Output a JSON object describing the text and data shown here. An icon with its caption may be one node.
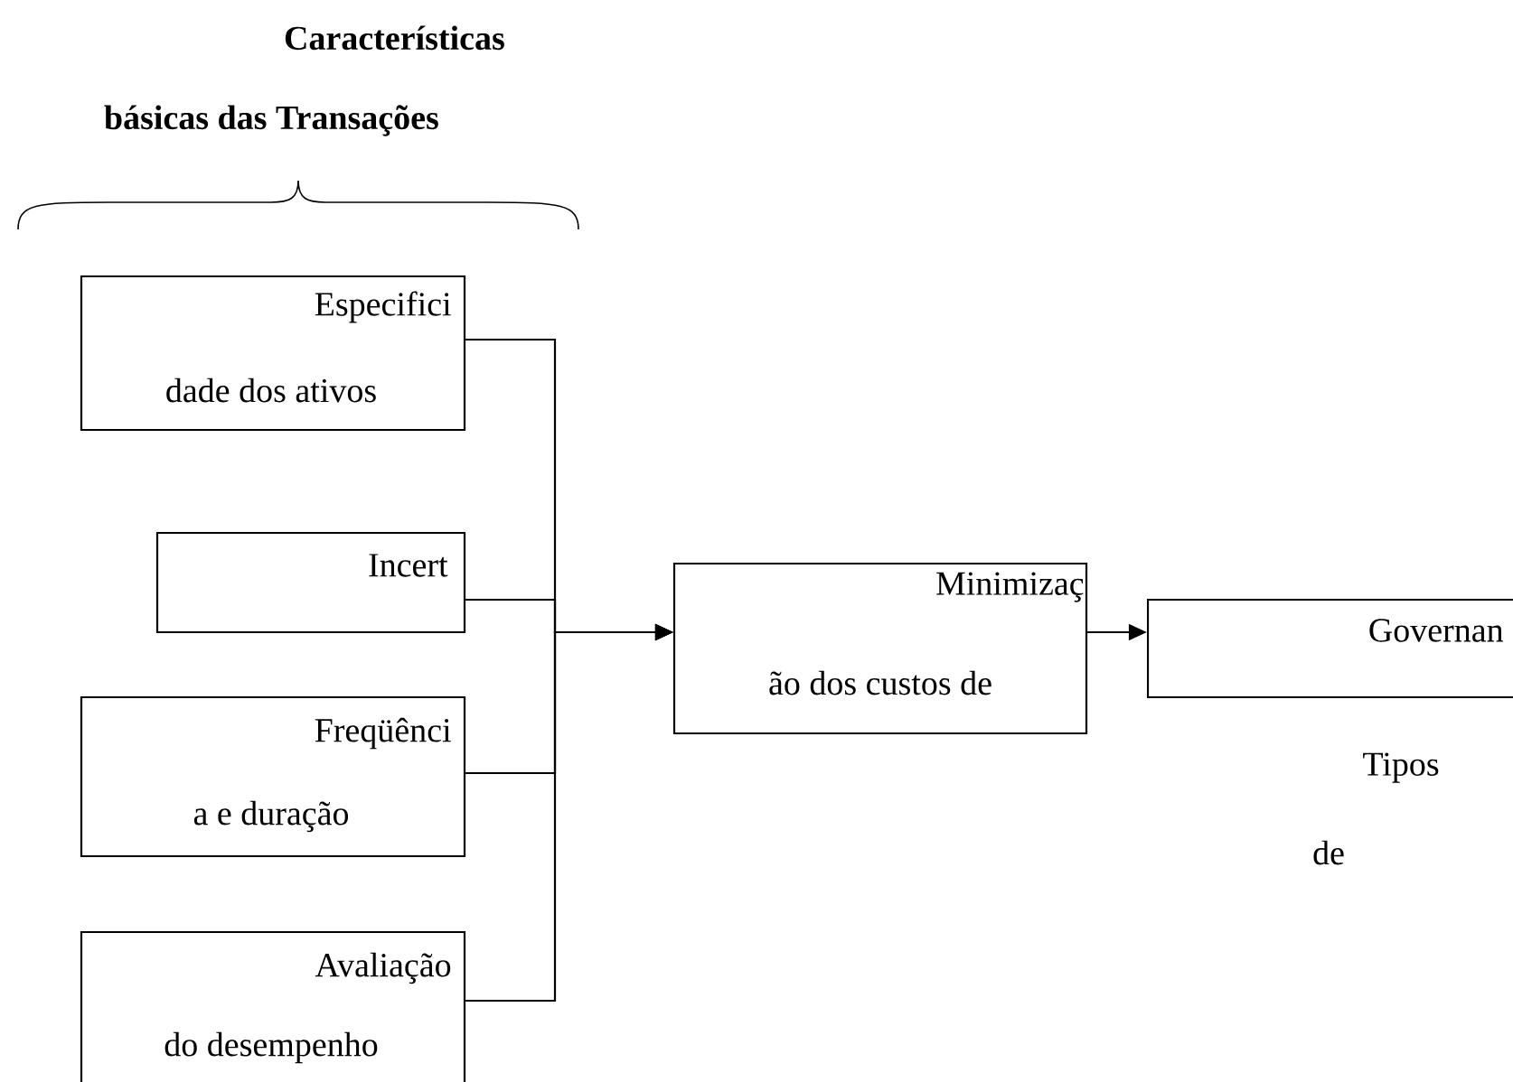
{
  "diagram": {
    "title": "Características básicas das Transações",
    "nodes": [
      {
        "text": [
          "Especifici",
          "dade dos ativos"
        ]
      },
      {
        "text": [
          "Incert"
        ]
      },
      {
        "text": [
          "Freqüênci",
          "a e duração"
        ]
      },
      {
        "text": [
          "Avaliação",
          "do desempenho"
        ]
      },
      {
        "text": [
          "Minimizaç",
          "ão dos custos de"
        ]
      },
      {
        "text": [
          "Governan"
        ]
      }
    ],
    "edges": [
      {
        "from": 0,
        "to": 4,
        "arrow": "to"
      },
      {
        "from": 1,
        "to": 4,
        "arrow": "to"
      },
      {
        "from": 2,
        "to": 4,
        "arrow": "to"
      },
      {
        "from": 3,
        "to": 4,
        "arrow": "to"
      },
      {
        "from": 4,
        "to": 5,
        "arrow": "to"
      }
    ],
    "labels": [
      "Tipos",
      "de"
    ]
  }
}
